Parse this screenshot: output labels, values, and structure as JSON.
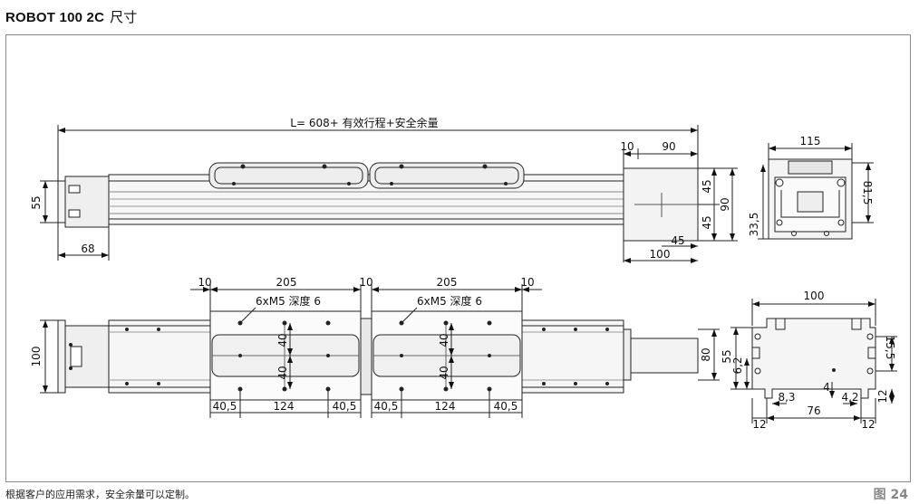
{
  "header": {
    "title_model": "ROBOT 100 2C",
    "title_suffix": "尺寸"
  },
  "footer": {
    "note": "根据客户的应用需求，安全余量可以定制。",
    "figure": "图 24"
  },
  "top_view": {
    "length_label": "L= 608+ 有效行程+安全余量",
    "dim_left_height": "55",
    "dim_left_offset": "68",
    "end_dim_10": "10",
    "end_dim_90": "90",
    "end_dim_45a": "45",
    "end_dim_45b": "45",
    "end_dim_90v": "90",
    "end_dim_45c": "45",
    "end_dim_100": "100"
  },
  "end_view": {
    "width": "115",
    "height": "81,5",
    "offset": "33,5"
  },
  "plan_view": {
    "height": "100",
    "right_80": "80",
    "carriage1": {
      "gap": "10",
      "length": "205",
      "gap2": "10",
      "holes": "6xM5 深度 6",
      "d40a": "40",
      "d40b": "40",
      "b1": "40,5",
      "b2": "124",
      "b3": "40,5"
    },
    "carriage2": {
      "gap": "10",
      "length": "205",
      "gap2": "10",
      "holes": "6xM5 深度 6",
      "d40a": "40",
      "d40b": "40",
      "b1": "40,5",
      "b2": "124",
      "b3": "40,5"
    }
  },
  "profile": {
    "width": "100",
    "h55": "55",
    "h6_2": "6,2",
    "h15_5": "15,5",
    "b12a": "12",
    "b76": "76",
    "b12b": "12",
    "b8_3": "8,3",
    "b4": "4",
    "b4_2": "4,2",
    "b12c": "12"
  }
}
